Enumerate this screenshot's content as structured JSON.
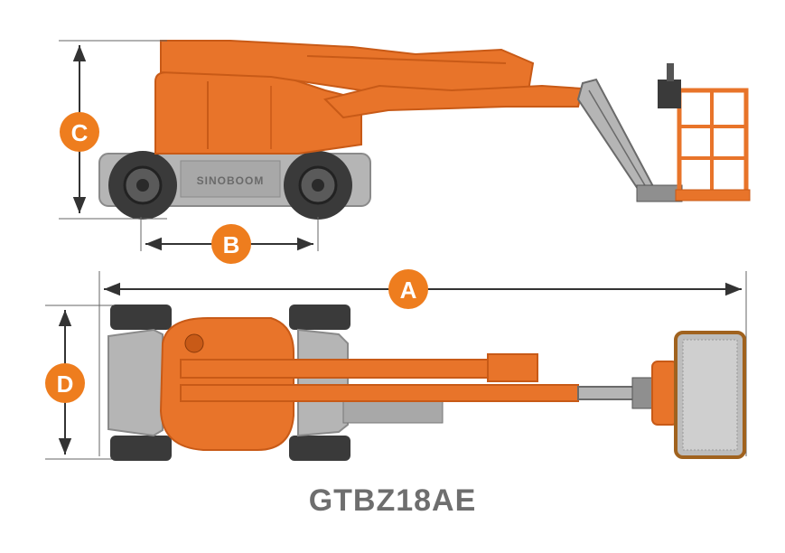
{
  "model_name": "GTBZ18AE",
  "chassis_brand": "SINOBOOM",
  "dimensions": {
    "A": "A",
    "B": "B",
    "C": "C",
    "D": "D"
  },
  "colors": {
    "machine_orange": "#e8742a",
    "machine_orange_dark": "#c85a17",
    "badge_orange": "#ee7d1e",
    "chassis_gray": "#b5b5b5",
    "tire_dark": "#3a3a3a",
    "dimension_line": "#333333",
    "caption_gray": "#6e6e6e"
  },
  "icons": {
    "dimension_arrow": "arrow-head",
    "dimension_badge": "circle-badge"
  }
}
